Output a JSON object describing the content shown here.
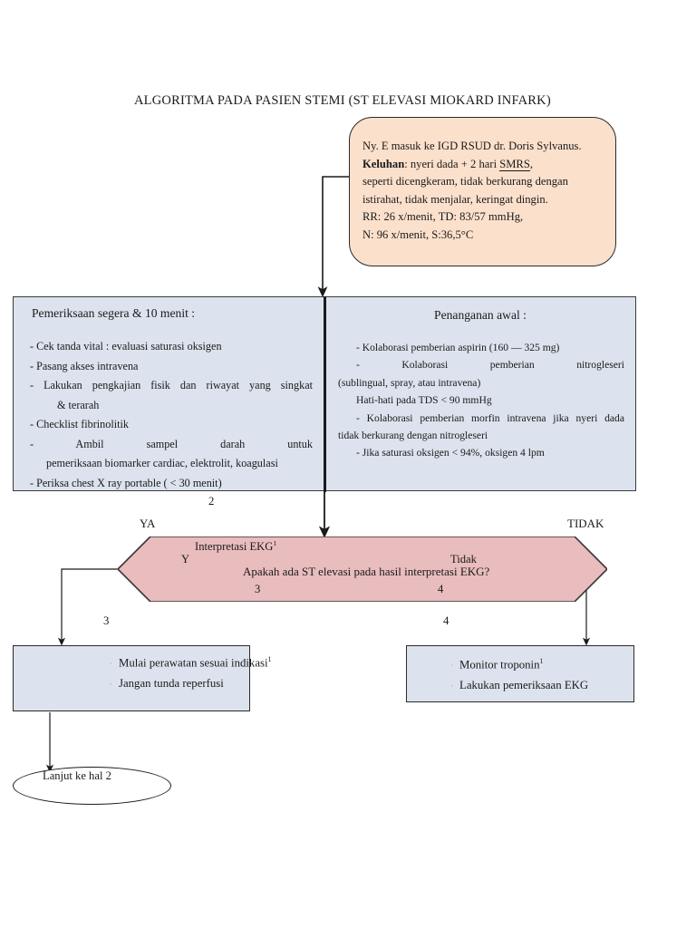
{
  "title": "ALGORITMA PADA PASIEN STEMI (ST ELEVASI MIOKARD INFARK)",
  "colors": {
    "orange_fill": "#FBE0CC",
    "blue_fill": "#DCE3EE",
    "pink_fill": "#E9BCBD",
    "stroke": "#2a2a2a",
    "text": "#1a1a1a"
  },
  "patient_box": {
    "line1": "Ny. E masuk ke IGD RSUD dr. Doris Sylvanus.",
    "complaint_label": "Keluhan",
    "complaint_rest": ": nyeri dada + 2 hari SMRS,",
    "underlined_word": "SMRS",
    "line3": "seperti dicengkeram, tidak berkurang dengan",
    "line4": "istirahat, tidak menjalar, keringat dingin.",
    "line5": "RR: 26 x/menit, TD: 83/57 mmHg,",
    "line6": "N: 96 x/menit, S:36,5°C"
  },
  "exam_box": {
    "heading": "Pemeriksaan segera  & 10 menit :",
    "items": [
      "- Cek tanda vital : evaluasi saturasi oksigen",
      "- Pasang akses intravena",
      "- Lakukan pengkajian fisik dan riwayat yang singkat",
      "& terarah",
      "- Checklist fibrinolitik",
      "- Ambil sampel darah untuk",
      "pemeriksaan biomarker cardiac, elektrolit, koagulasi",
      "- Periksa chest X ray portable ( < 30 menit)"
    ]
  },
  "treatment_box": {
    "heading": "Penanganan awal :",
    "items": [
      "- Kolaborasi pemberian aspirin (160 — 325 mg)",
      "- Kolaborasi pemberian nitrogleseri",
      "(sublingual, spray, atau intravena)",
      "Hati-hati pada TDS < 90 mmHg",
      "- Kolaborasi pemberian morfin intravena jika nyeri dada",
      "tidak berkurang dengan nitrogleseri",
      "- Jika saturasi oksigen < 94%, oksigen 4 lpm"
    ]
  },
  "decision": {
    "title": "Interpretasi EKG",
    "title_sup": "1",
    "question": "Apakah ada ST elevasi pada hasil interpretasi EKG?",
    "yes_short": "Y",
    "no_short": "Tidak",
    "num_left": "3",
    "num_right": "4"
  },
  "connectors": {
    "step_2": "2",
    "yes_branch": "YA",
    "no_branch": "TIDAK",
    "left_num": "3",
    "right_num": "4"
  },
  "result_yes": {
    "line1": "Mulai perawatan sesuai indikasi",
    "line1_sup": "1",
    "line2": "Jangan tunda reperfusi"
  },
  "result_no": {
    "line1": "Monitor troponin",
    "line1_sup": "1",
    "line2": "Lakukan pemeriksaan EKG"
  },
  "terminator": {
    "label": "Lanjut ke hal 2"
  }
}
